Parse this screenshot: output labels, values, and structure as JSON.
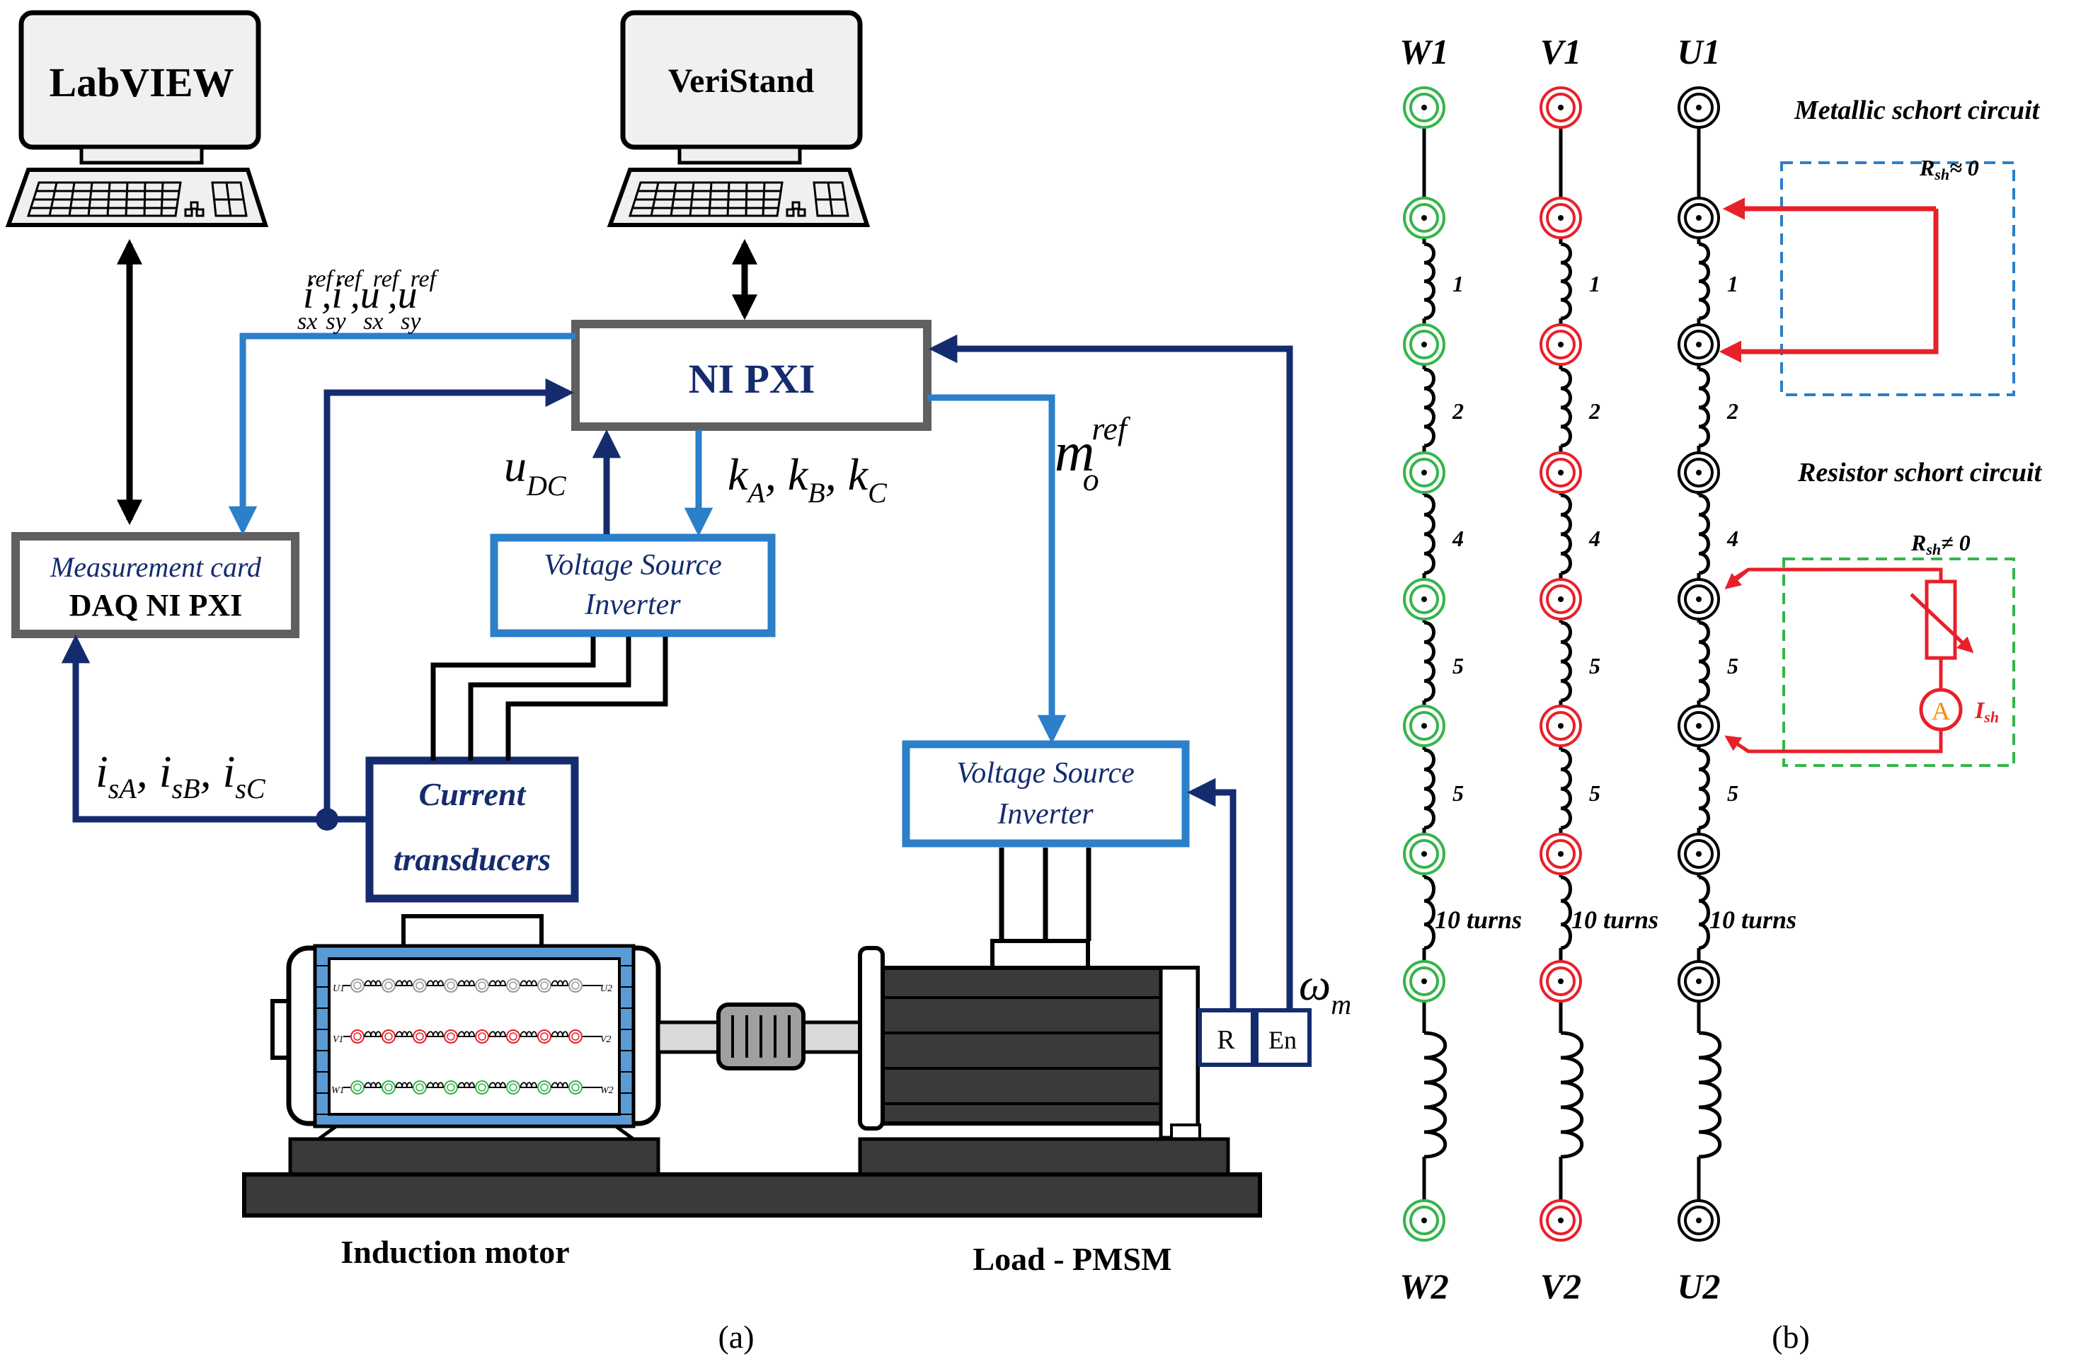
{
  "colors": {
    "navy": "#142c6e",
    "blue": "#2c7fc9",
    "gray_box": "#606060",
    "monitor_fill": "#f0f0f0",
    "green": "#35b54a",
    "red": "#e8202a",
    "black": "#000000",
    "motor_blue": "#5b9bd5",
    "dark_gray": "#3a3a3a"
  },
  "computers": {
    "labview": "LabVIEW",
    "veristand": "VeriStand"
  },
  "pxi": {
    "label": "NI PXI"
  },
  "daq": {
    "line1": "Measurement card",
    "line2": "DAQ NI PXI"
  },
  "vsi_top": {
    "line1": "Voltage Source",
    "line2": "Inverter"
  },
  "vsi_right": {
    "line1": "Voltage Source",
    "line2": "Inverter"
  },
  "transducers": {
    "line1": "Current",
    "line2": "transducers"
  },
  "encoder": {
    "r": "R",
    "en": "En"
  },
  "signals": {
    "ref_currents": [
      "i",
      "sx",
      "ref",
      "i",
      "sy",
      "ref",
      "u",
      "sx",
      "ref",
      "u",
      "sy",
      "ref"
    ],
    "udc": [
      "u",
      "DC"
    ],
    "kabc": [
      "k",
      "A",
      "k",
      "B",
      "k",
      "C"
    ],
    "mo": [
      "m",
      "o",
      "ref"
    ],
    "isabc": [
      "i",
      "sA",
      "i",
      "sB",
      "i",
      "sC"
    ],
    "omega": [
      "ω",
      "m"
    ]
  },
  "motor_labels": {
    "induction": "Induction motor",
    "load": "Load - PMSM"
  },
  "mini_winding": {
    "u1": "U1",
    "u2": "U2",
    "v1": "V1",
    "v2": "V2",
    "w1": "W1",
    "w2": "W2"
  },
  "caption_a": "(a)",
  "caption_b": "(b)",
  "phases": [
    {
      "top": "W1",
      "bottom": "W2",
      "color": "#35b54a"
    },
    {
      "top": "V1",
      "bottom": "V2",
      "color": "#e8202a"
    },
    {
      "top": "U1",
      "bottom": "U2",
      "color": "#000000"
    }
  ],
  "turn_labels": [
    "1",
    "2",
    "4",
    "5",
    "5",
    "10 turns"
  ],
  "metallic": {
    "title": "Metallic schort circuit",
    "r": "R",
    "r_sub": "sh",
    "r_val": "≈ 0"
  },
  "resistor": {
    "title": "Resistor schort circuit",
    "r": "R",
    "r_sub": "sh",
    "r_val": "≠  0",
    "ammeter": "A",
    "i": "I",
    "i_sub": "sh"
  }
}
